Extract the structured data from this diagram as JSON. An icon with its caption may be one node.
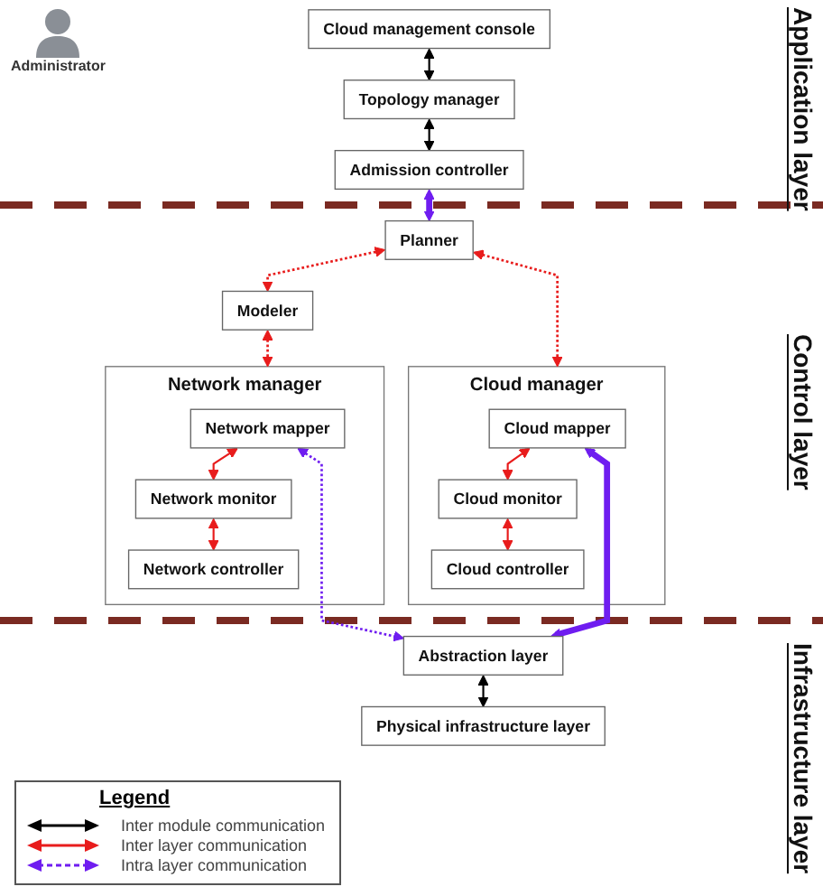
{
  "diagram": {
    "nodes": [
      {
        "text": [
          "Cloud management console"
        ]
      },
      {
        "text": [
          "Topology manager"
        ]
      },
      {
        "text": [
          "Admission controller"
        ]
      },
      {
        "text": [
          "Planner"
        ]
      },
      {
        "text": [
          "Modeler"
        ]
      },
      {
        "text": [
          "Network manager"
        ]
      },
      {
        "text": [
          "Network mapper"
        ],
        "in": 5
      },
      {
        "text": [
          "Network monitor"
        ],
        "in": 5
      },
      {
        "text": [
          "Network controller"
        ],
        "in": 5
      },
      {
        "text": [
          "Cloud manager"
        ]
      },
      {
        "text": [
          "Cloud mapper"
        ],
        "in": 9
      },
      {
        "text": [
          "Cloud monitor"
        ],
        "in": 9
      },
      {
        "text": [
          "Cloud controller"
        ],
        "in": 9
      },
      {
        "text": [
          "Abstraction layer"
        ]
      },
      {
        "text": [
          "Physical infrastructure layer"
        ]
      }
    ],
    "edges": [
      {
        "from": 0,
        "to": 1,
        "arrow": "both",
        "color": "#000000"
      },
      {
        "from": 1,
        "to": 2,
        "arrow": "both",
        "color": "#000000"
      },
      {
        "from": 2,
        "to": 3,
        "arrow": "both",
        "style": "thick",
        "color": "#6f1df0"
      },
      {
        "from": 3,
        "to": 4,
        "arrow": "both",
        "style": "dashed"
      },
      {
        "from": 4,
        "to": 5,
        "arrow": "both",
        "style": "dashed"
      },
      {
        "from": 3,
        "to": 9,
        "arrow": "both",
        "style": "dashed"
      },
      {
        "from": 6,
        "to": 7,
        "arrow": "both"
      },
      {
        "from": 7,
        "to": 8,
        "arrow": "both"
      },
      {
        "from": 10,
        "to": 11,
        "arrow": "both"
      },
      {
        "from": 11,
        "to": 12,
        "arrow": "both"
      },
      {
        "from": 6,
        "to": 13,
        "arrow": "both",
        "style": "dashed",
        "color": "#6f1df0"
      },
      {
        "from": 10,
        "to": 13,
        "arrow": "both",
        "style": "thick",
        "color": "#6f1df0"
      },
      {
        "from": 13,
        "to": 14,
        "arrow": "both",
        "color": "#000000"
      }
    ],
    "labels": [
      "Administrator",
      "Application layer",
      "Control layer",
      "Infrastructure layer",
      "Legend"
    ],
    "legend": [
      {
        "text": "Inter module communication"
      },
      {
        "text": "Inter layer communication"
      },
      {
        "text": "Intra layer communication"
      }
    ]
  }
}
